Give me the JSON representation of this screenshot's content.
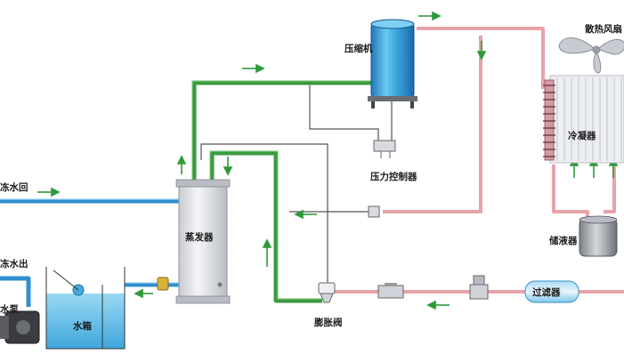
{
  "labels": {
    "compressor": "压缩机",
    "fan": "散热风扇",
    "condenser": "冷凝器",
    "pressure_controller": "压力控制器",
    "chilled_water_return": "冻水回",
    "chilled_water_out": "冻水出",
    "evaporator": "蒸发器",
    "receiver": "储液器",
    "pump": "水泵",
    "water_tank": "水箱",
    "filter": "过滤器",
    "expansion_valve": "膨胀阀"
  },
  "colors": {
    "hot_gas_line": "#e8a3aa",
    "suction_line": "#3a9a3f",
    "water_line": "#2f8fd0",
    "flow_arrow": "#2e9a3a",
    "compressor_body": "#3fa8e0",
    "tank_water": "#6cc4ec"
  }
}
